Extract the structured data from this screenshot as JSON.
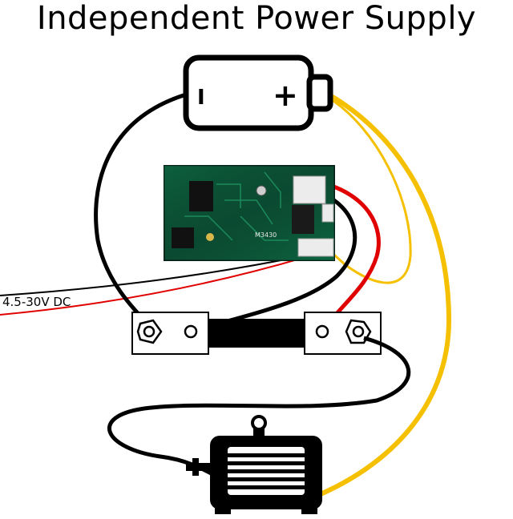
{
  "title": "Independent Power Supply",
  "battery": {
    "negative_label": "I",
    "positive_label": "+"
  },
  "input_label": "4.5-30V DC",
  "pcb_marking": "M3430",
  "colors": {
    "black_wire": "#000000",
    "red_wire": "#e00000",
    "yellow_wire": "#f5c000",
    "pcb_green": "#0d5a3a",
    "pcb_dark": "#0a2f22",
    "connector": "#e8e8e8"
  },
  "icons": [
    "battery-icon",
    "pcb-board",
    "shunt-resistor",
    "motor-icon"
  ]
}
